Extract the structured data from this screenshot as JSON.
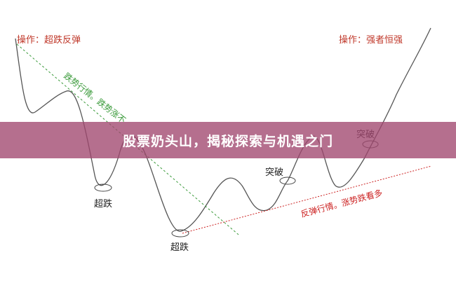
{
  "diagram": {
    "operation_left": "操作：超跌反弹",
    "operation_right": "操作：强者恒强",
    "trend_down_label": "跌势行情。跌势涨不",
    "trend_up_label": "反弹行情。涨势跌看多",
    "breakout_1": "突破",
    "breakout_2": "突破",
    "oversold_1": "超跌",
    "oversold_2": "超跌"
  },
  "banner": {
    "title": "股票奶头山，揭秘探索与机遇之门"
  },
  "colors": {
    "banner_bg": "#a0466e",
    "curve": "#555555",
    "operation_text": "#c0392b",
    "trend_down": "#3a9a3a",
    "trend_up": "#cc2222"
  }
}
